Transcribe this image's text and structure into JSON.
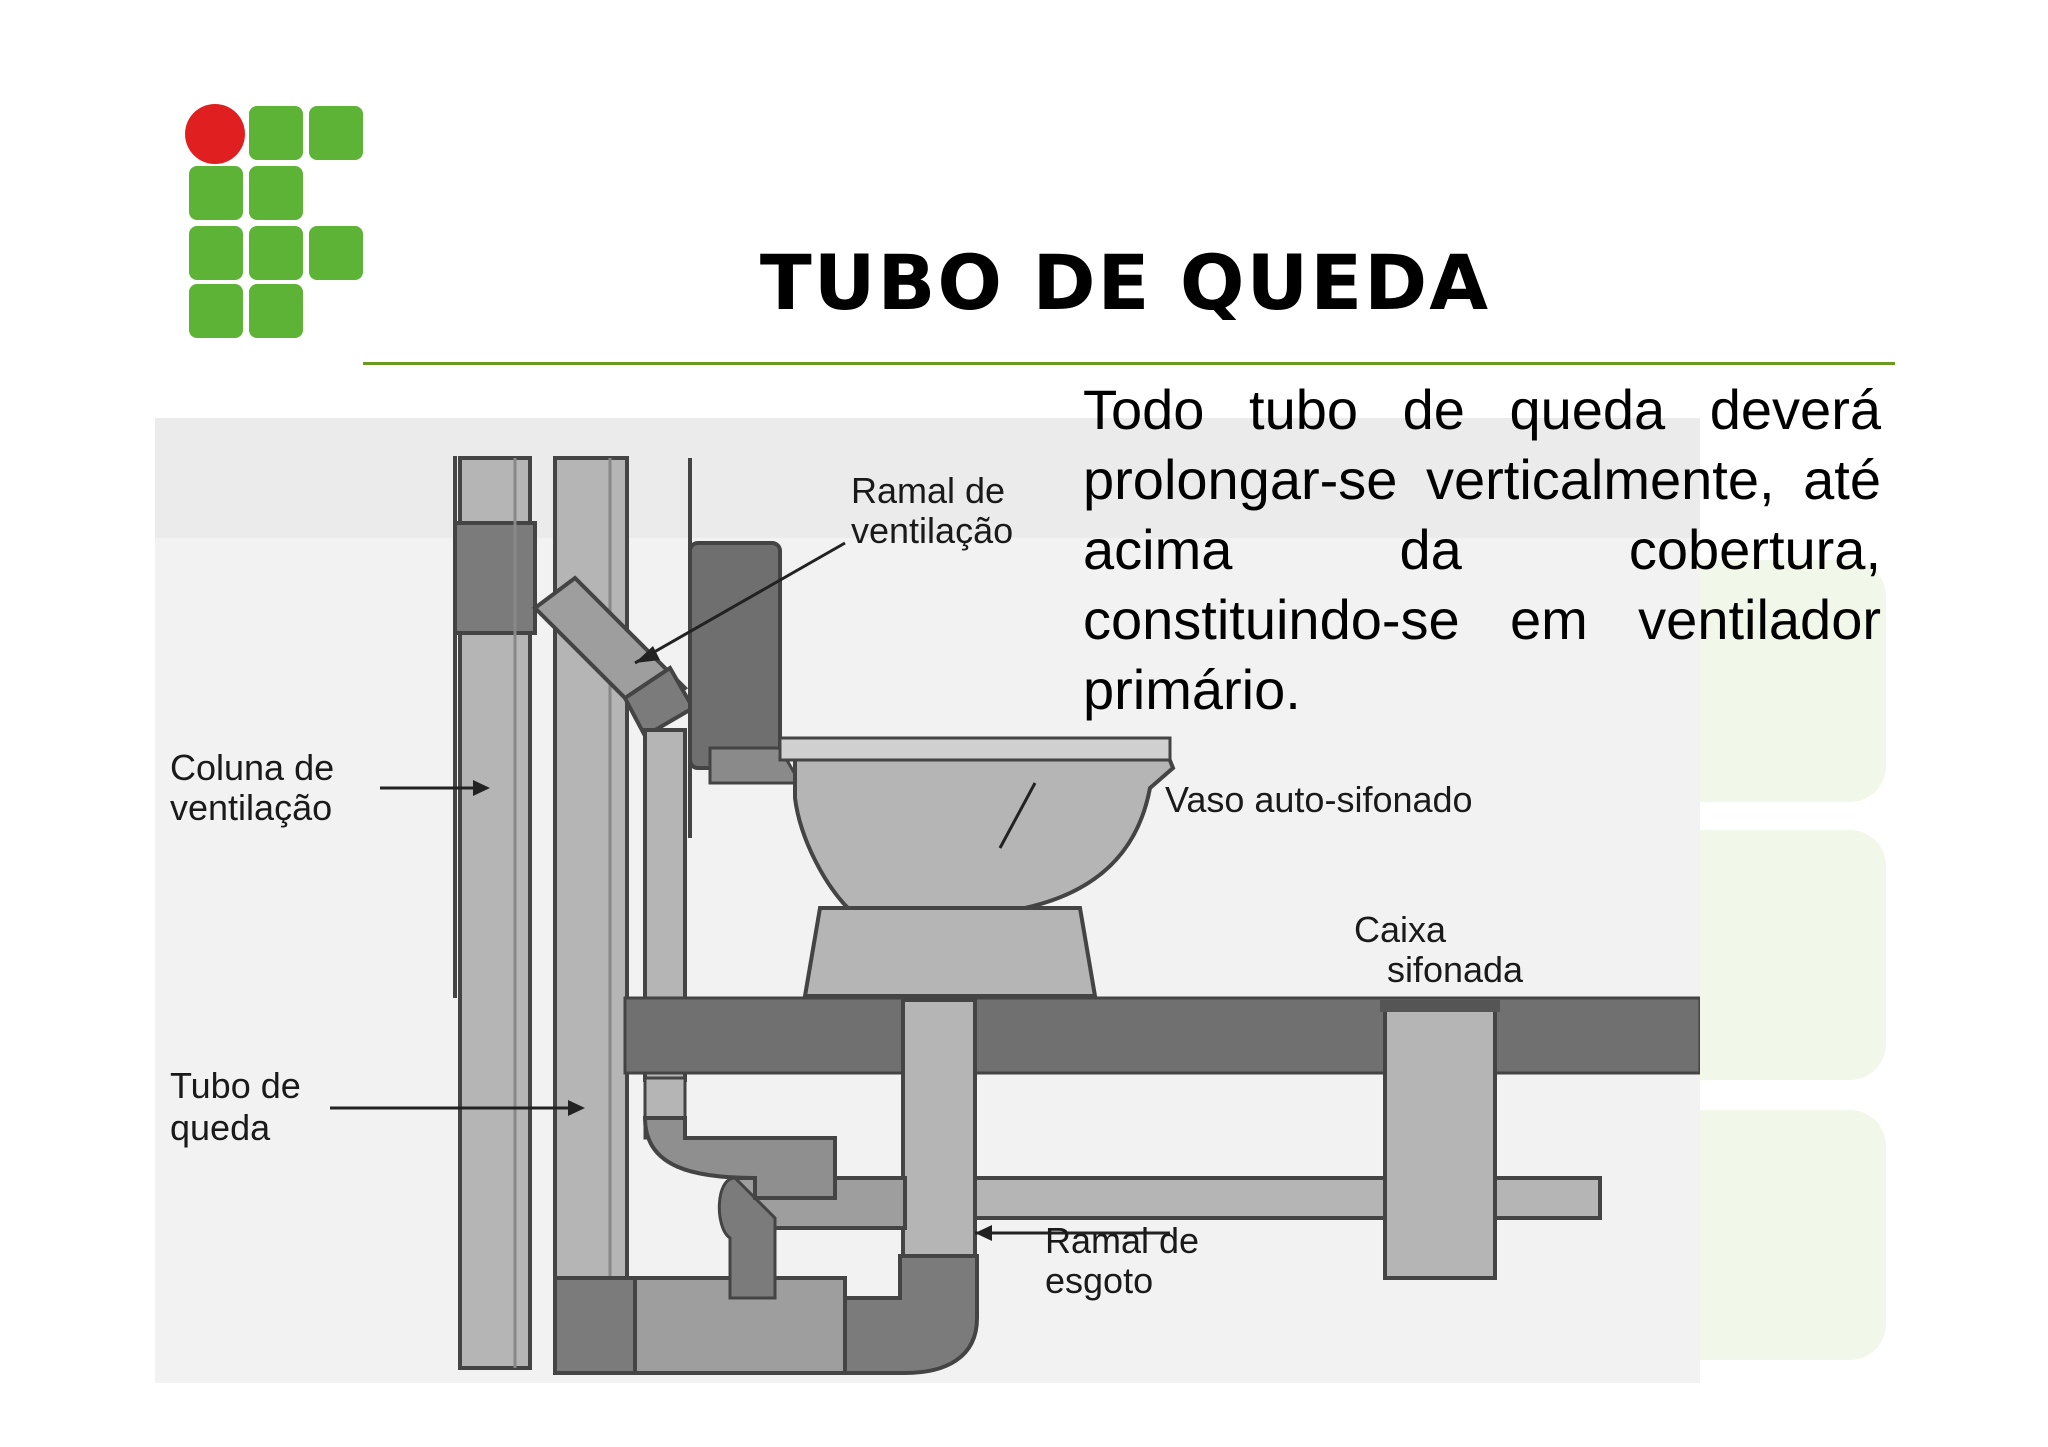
{
  "slide": {
    "title": "TUBO DE QUEDA",
    "body": "Todo tubo de queda deverá prolongar-se verticalmente, até acima da cobertura, constituindo-se em ventilador primário."
  },
  "diagram": {
    "labels": {
      "ramal_ventilacao_1": "Ramal de",
      "ramal_ventilacao_2": "ventilação",
      "coluna_1": "Coluna de",
      "coluna_2": "ventilação",
      "vaso": "Vaso auto-sifonado",
      "caixa_1": "Caixa",
      "caixa_2": "sifonada",
      "tubo_1": "Tubo de",
      "tubo_2": "queda",
      "esgoto_1": "Ramal de",
      "esgoto_2": "esgoto"
    }
  },
  "colors": {
    "logo_red": "#e02020",
    "logo_green": "#5db335",
    "rule": "#6a9a1f",
    "pipe_light": "#b3b3b3",
    "pipe_dark": "#6f6f6f"
  }
}
